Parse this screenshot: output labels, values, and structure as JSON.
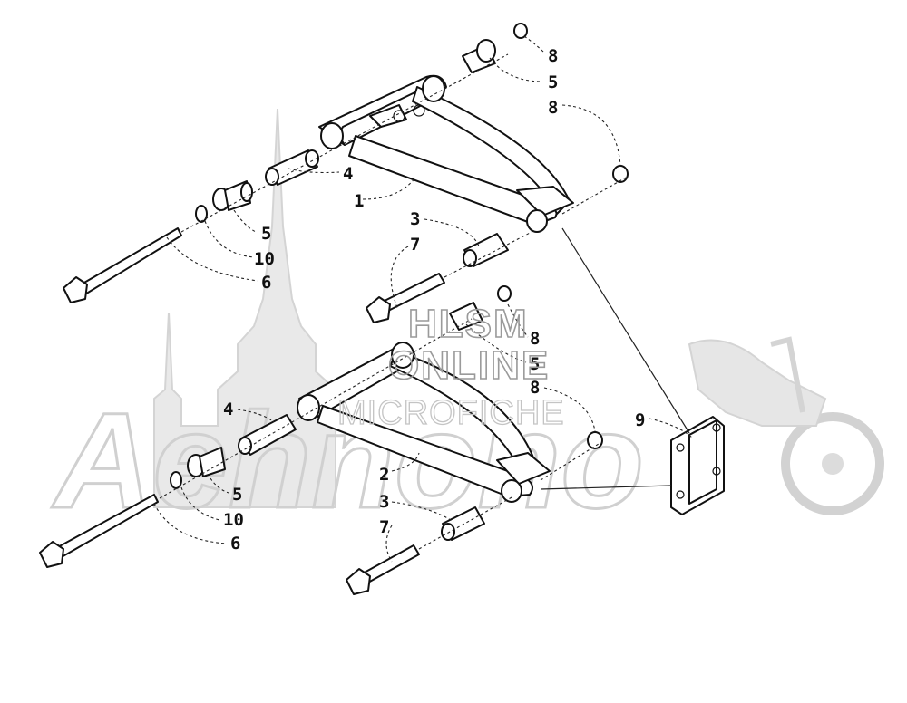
{
  "watermark": {
    "line1": "HLSM",
    "line2": "ONLINE",
    "line3": "MICROFICHE",
    "logo_text": "Aehnono"
  },
  "callouts": [
    {
      "id": "c8a",
      "label": "8"
    },
    {
      "id": "c5a",
      "label": "5"
    },
    {
      "id": "c8b",
      "label": "8"
    },
    {
      "id": "c4a",
      "label": "4"
    },
    {
      "id": "c1",
      "label": "1"
    },
    {
      "id": "c5b",
      "label": "5"
    },
    {
      "id": "c10a",
      "label": "10"
    },
    {
      "id": "c6a",
      "label": "6"
    },
    {
      "id": "c3a",
      "label": "3"
    },
    {
      "id": "c7a",
      "label": "7"
    },
    {
      "id": "c8c",
      "label": "8"
    },
    {
      "id": "c5c",
      "label": "5"
    },
    {
      "id": "c8d",
      "label": "8"
    },
    {
      "id": "c9",
      "label": "9"
    },
    {
      "id": "c4b",
      "label": "4"
    },
    {
      "id": "c2",
      "label": "2"
    },
    {
      "id": "c5d",
      "label": "5"
    },
    {
      "id": "c10b",
      "label": "10"
    },
    {
      "id": "c6b",
      "label": "6"
    },
    {
      "id": "c3b",
      "label": "3"
    },
    {
      "id": "c7b",
      "label": "7"
    }
  ]
}
